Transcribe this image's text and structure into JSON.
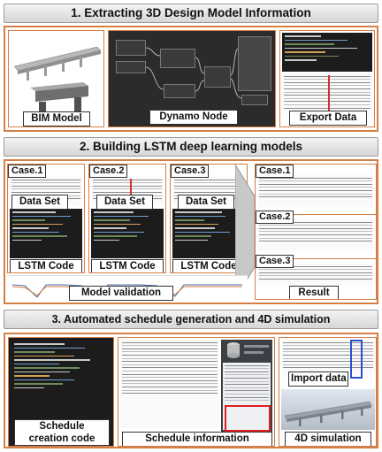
{
  "sections": [
    {
      "title": "1. Extracting 3D Design Model Information",
      "panels": [
        "BIM Model",
        "Dynamo Node",
        "Export Data"
      ]
    },
    {
      "title": "2. Building LSTM deep learning models",
      "cases": [
        {
          "tag": "Case.1",
          "data_set": "Data Set",
          "code": "LSTM Code"
        },
        {
          "tag": "Case.2",
          "data_set": "Data Set",
          "code": "LSTM Code"
        },
        {
          "tag": "Case.3",
          "data_set": "Data Set",
          "code": "LSTM Code"
        }
      ],
      "validation": "Model validation",
      "result_tags": [
        "Case.1",
        "Case.2",
        "Case.3"
      ],
      "result": "Result"
    },
    {
      "title": "3. Automated schedule generation and 4D simulation",
      "schedule_code": [
        "Schedule",
        "creation code"
      ],
      "schedule_info": "Schedule information",
      "import_data": "Import data",
      "simulation": "4D simulation"
    }
  ],
  "colors": {
    "panel_border": "#d47f45",
    "highlight_red": "#e02020",
    "highlight_blue": "#2a4fd0",
    "code_bg": "#1c1c1c"
  }
}
